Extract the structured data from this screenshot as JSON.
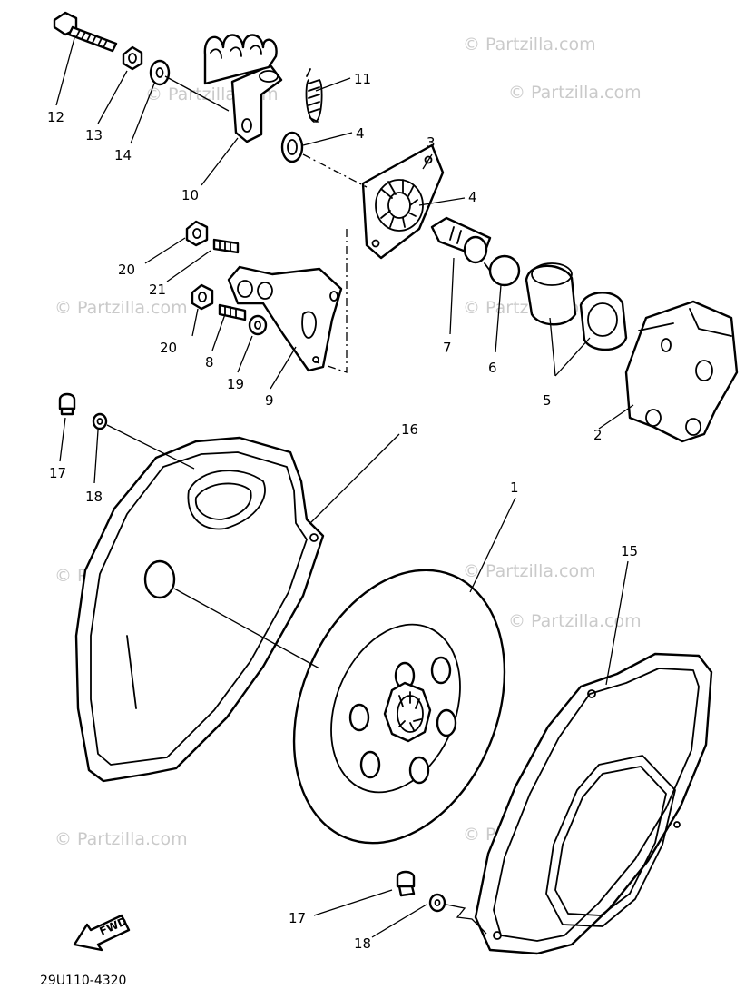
{
  "diagram": {
    "drawing_code": "29U110-4320",
    "direction_marker": "FWD",
    "watermark": "© Partzilla.com",
    "callouts": [
      "1",
      "2",
      "3",
      "4",
      "4",
      "5",
      "6",
      "7",
      "8",
      "9",
      "10",
      "11",
      "12",
      "13",
      "14",
      "15",
      "16",
      "17",
      "17",
      "18",
      "18",
      "19",
      "20",
      "20",
      "21"
    ]
  }
}
